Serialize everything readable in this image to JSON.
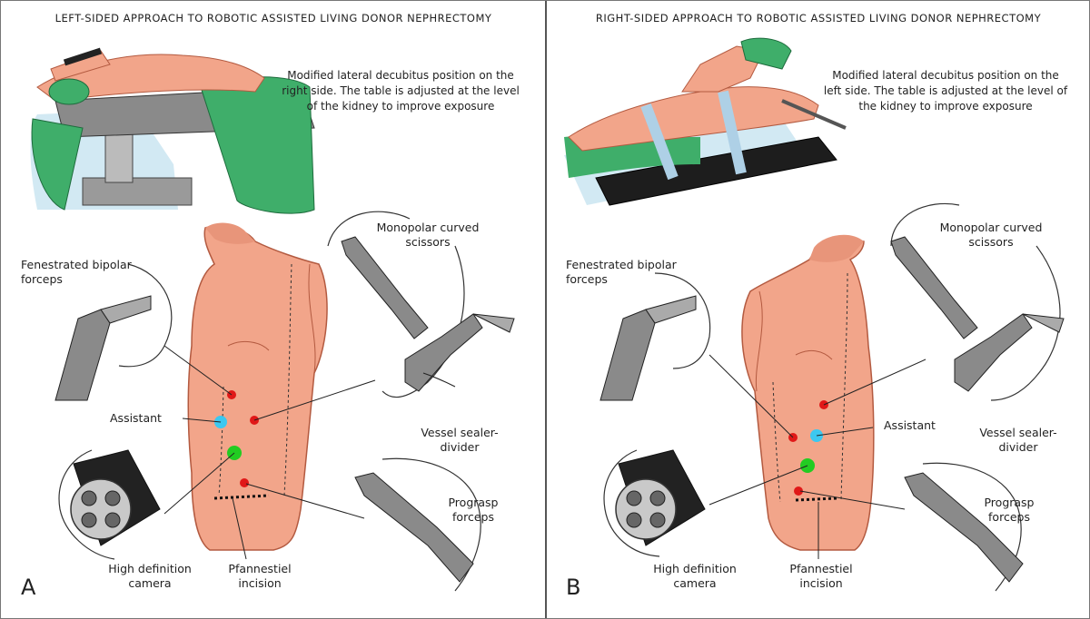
{
  "panels": [
    {
      "id": "A",
      "letter": "A",
      "title": "LEFT-SIDED APPROACH TO ROBOTIC ASSISTED LIVING DONOR NEPHRECTOMY",
      "position_note": "Modified lateral decubitus position on the right side. The table is adjusted at the level of the kidney to improve exposure",
      "labels": {
        "monopolar": "Monopolar curved scissors",
        "fenestrated": "Fenestrated bipolar forceps",
        "assistant": "Assistant",
        "vessel": "Vessel sealer-divider",
        "camera": "High definition camera",
        "pfannestiel": "Pfannestiel incision",
        "prograsp": "Prograsp forceps"
      }
    },
    {
      "id": "B",
      "letter": "B",
      "title": "RIGHT-SIDED APPROACH TO ROBOTIC ASSISTED LIVING DONOR NEPHRECTOMY",
      "position_note": "Modified lateral decubitus position on the left side. The table is adjusted at the level of the kidney to improve exposure",
      "labels": {
        "monopolar": "Monopolar curved scissors",
        "fenestrated": "Fenestrated bipolar forceps",
        "assistant": "Assistant",
        "vessel": "Vessel sealer-divider",
        "camera": "High definition camera",
        "pfannestiel": "Pfannestiel incision",
        "prograsp": "Prograsp forceps"
      }
    }
  ],
  "colors": {
    "skin": "#f2a58a",
    "skin_shadow": "#d9735a",
    "drape": "#3fae6a",
    "robotic_port": "#e01818",
    "assistant_port": "#3cc8f0",
    "camera_port": "#22cc22",
    "instrument": "#8a8a8a"
  },
  "icons": [
    "patient-on-table-illustration",
    "torso-illustration",
    "robotic-instrument-illustration",
    "camera-illustration"
  ]
}
